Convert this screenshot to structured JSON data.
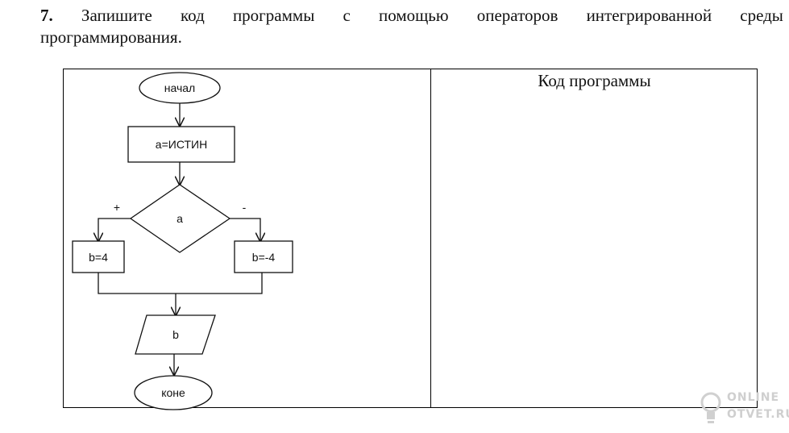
{
  "task": {
    "number": "7.",
    "line1_words": [
      "Запишите",
      "код",
      "программы",
      "с",
      "помощью",
      "операторов",
      "интегрированной",
      "среды"
    ],
    "line2": "программирования."
  },
  "table": {
    "code_header": "Код программы"
  },
  "flowchart": {
    "start": "начал",
    "assign": "a=ИСТИН",
    "condition": "a",
    "branch_true": "+",
    "branch_false": "-",
    "true_block": "b=4",
    "false_block": "b=-4",
    "output": "b",
    "end": "коне"
  },
  "watermark": {
    "line1": "ONLINE",
    "line2": "OTVET.RU",
    "icon": "lightbulb-icon"
  }
}
